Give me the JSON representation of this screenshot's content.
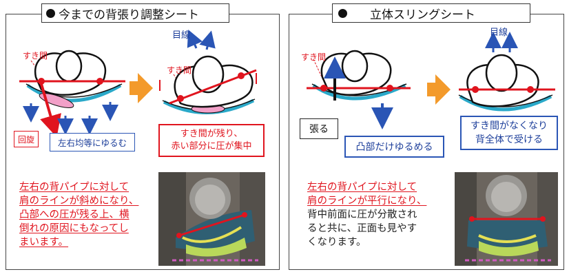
{
  "left": {
    "title": "今までの背張り調整シート",
    "labels": {
      "gap_before": "すき間",
      "gaze": "目線",
      "gap_after": "すき間",
      "rotation": "回旋",
      "sag": "左右均等にゆるむ",
      "result": [
        "すき間が残り、",
        "赤い部分に圧が集中"
      ]
    },
    "description": [
      "左右の背パイプに対して",
      "肩のラインが斜めになり、",
      "凸部への圧が残る上、横",
      "倒れの原因にもなってし",
      "まいます。"
    ]
  },
  "right": {
    "title": "立体スリングシート",
    "labels": {
      "gap_before": "すき間",
      "gaze": "目線",
      "tension": "張る",
      "loosen": "凸部だけゆるめる",
      "result": [
        "すき間がなくなり",
        "背全体で受ける"
      ]
    },
    "description": [
      "左右の背パイプに対して",
      "肩のラインが平行になり、",
      "背中前面に圧が分散され",
      "ると共に、正面も見やす",
      "くなります。"
    ]
  },
  "colors": {
    "red": "#e0141e",
    "blue": "#2a55b5",
    "navy": "#1c3e9a",
    "orange": "#f39a2b",
    "pink": "#f2a0c8",
    "teal": "#2aa9c9"
  }
}
